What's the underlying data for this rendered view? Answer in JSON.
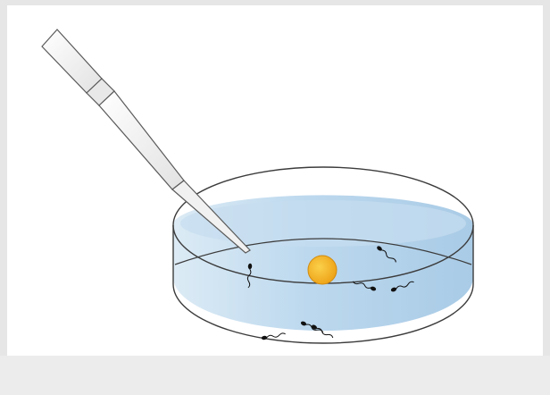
{
  "diagram": {
    "objects": [
      "pipette",
      "petri-dish",
      "culture-medium",
      "egg-cell",
      "sperm-cells"
    ],
    "sperm_count": 7
  },
  "colors": {
    "background": "#e6e6e6",
    "canvas": "#ffffff",
    "medium_light": "#dcebf5",
    "medium_dark": "#a9cbe6",
    "dish_outline": "#3c3c3c",
    "egg_fill": "#f3b31f",
    "egg_edge": "#d18a0e",
    "sperm": "#111111",
    "pipette_glass": "#efefef"
  }
}
